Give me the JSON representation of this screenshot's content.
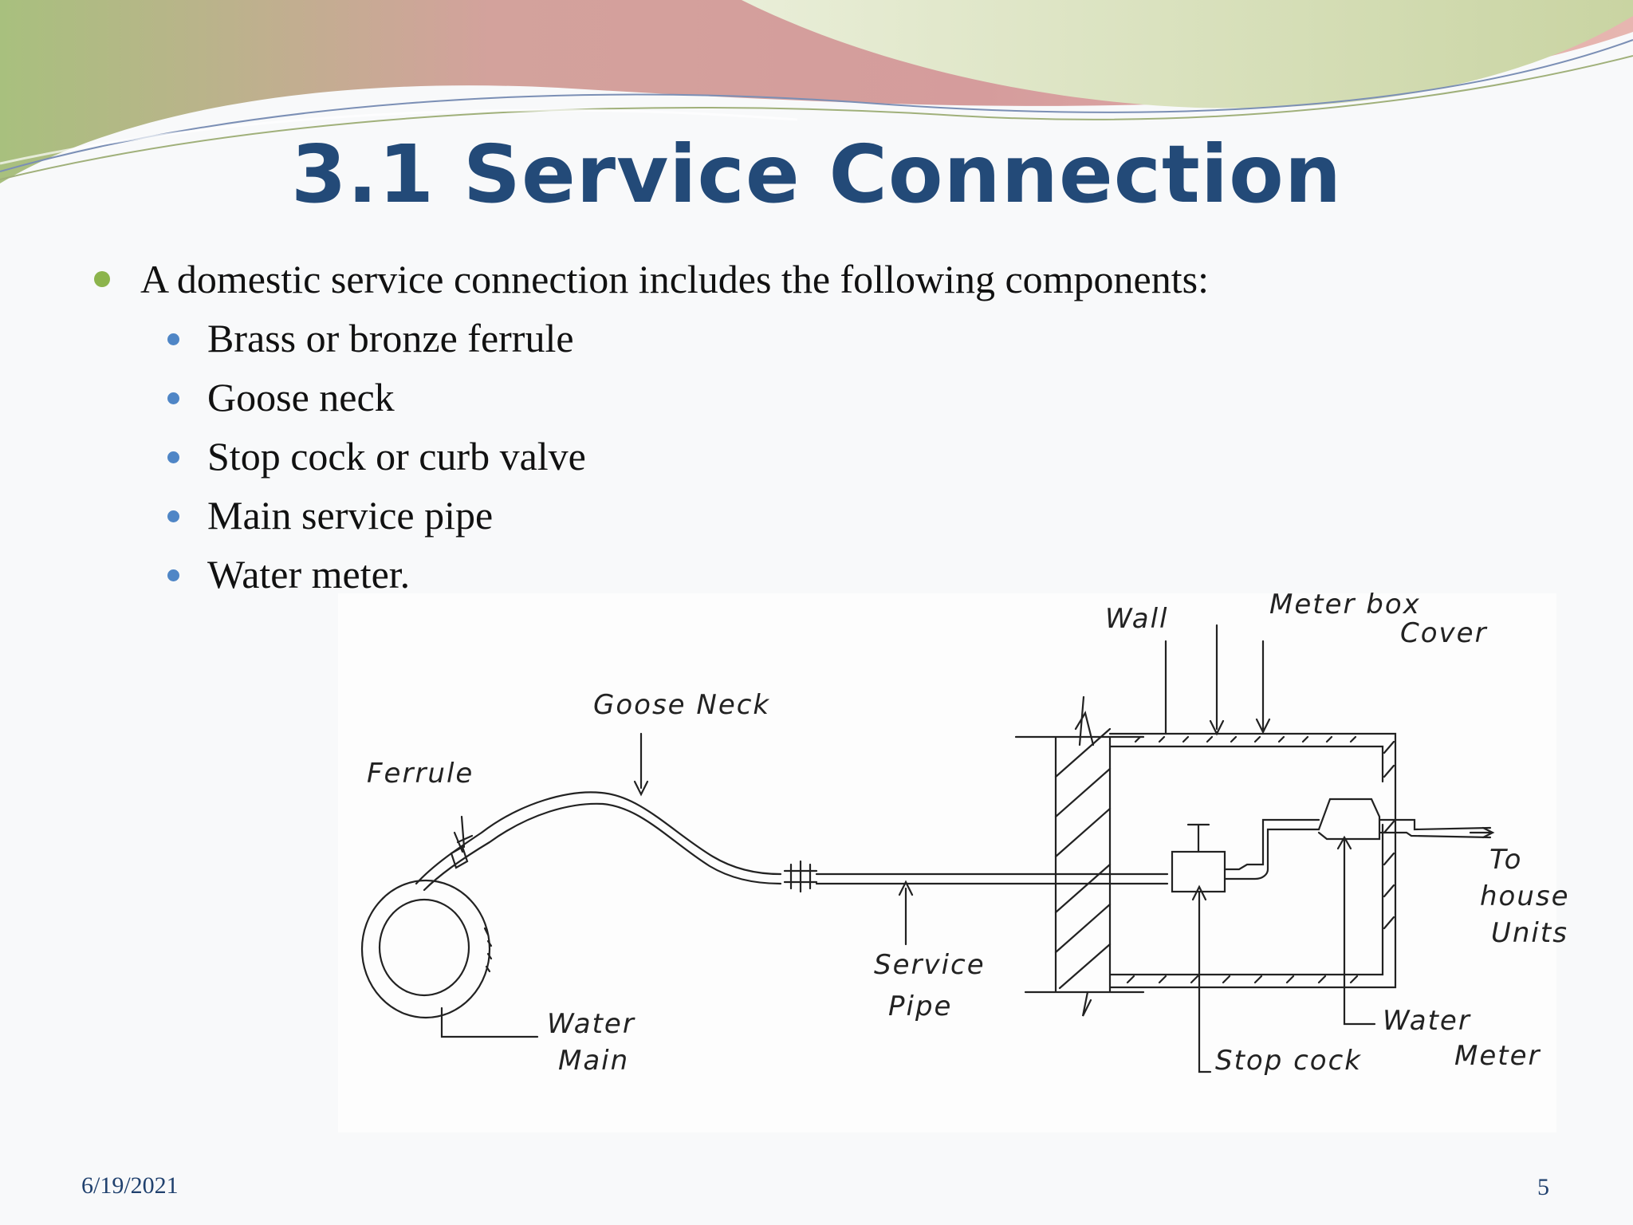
{
  "slide": {
    "title": "3.1 Service Connection",
    "intro": "A domestic service connection includes the following components:",
    "items": [
      "Brass or bronze ferrule",
      "Goose neck",
      "Stop cock or curb valve",
      "Main service pipe",
      "Water meter."
    ],
    "date": "6/19/2021",
    "page_number": "5"
  },
  "diagram": {
    "labels": {
      "ferrule": "Ferrule",
      "goose_neck": "Goose Neck",
      "wall": "Wall",
      "meter_box": "Meter box",
      "cover": "Cover",
      "to": "To",
      "house": "house",
      "units": "Units",
      "service": "Service",
      "pipe": "Pipe",
      "water_main_1": "Water",
      "water_main_2": "Main",
      "stop_cock": "Stop cock",
      "water_meter_1": "Water",
      "water_meter_2": "Meter"
    }
  },
  "colors": {
    "title": "#234a78",
    "bullet_level1": "#8cb44c",
    "bullet_level2": "#4f86c6",
    "banner_rose": "#d2999a",
    "banner_green": "#b9c88d"
  }
}
